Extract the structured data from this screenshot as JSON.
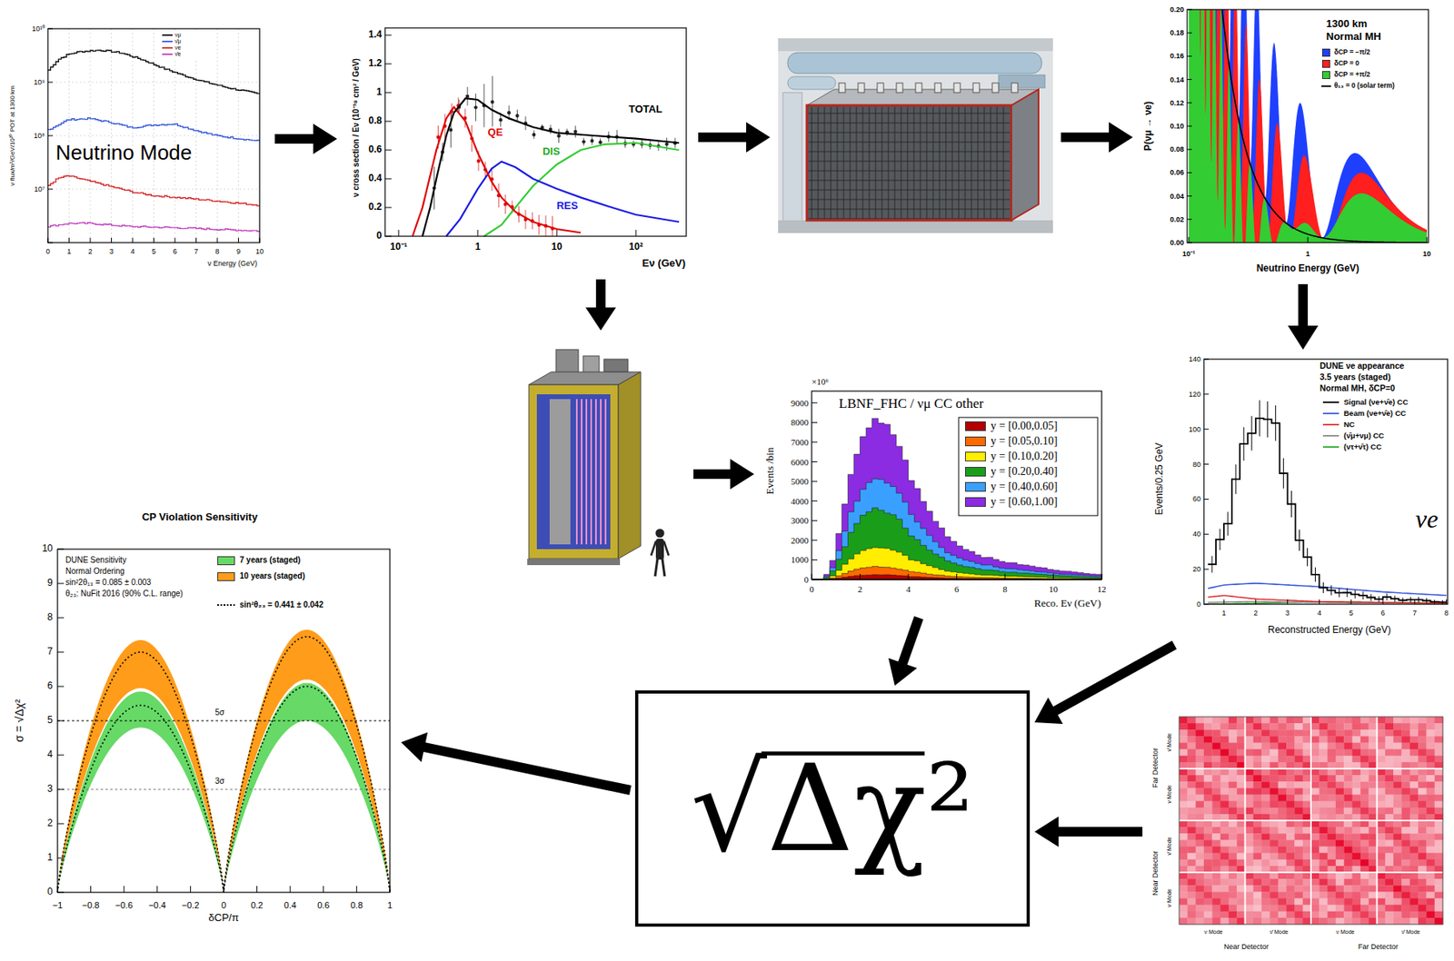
{
  "diagram": {
    "nodes": [
      {
        "text": [
          "Neutrino Mode",
          "ν flux/m²/GeV/10²⁰ POT at 1300 km",
          "ν Energy (GeV)",
          "10¹⁰",
          "10⁹",
          "10⁸",
          "10⁷",
          "0",
          "1",
          "2",
          "3",
          "4",
          "5",
          "6",
          "7",
          "8",
          "9",
          "10"
        ]
      },
      {
        "text": [
          "ν cross section / Eν (10⁻³⁸ cm² / GeV)",
          "Eν (GeV)",
          "TOTAL",
          "QE",
          "RES",
          "DIS",
          "0",
          "0.2",
          "0.4",
          "0.6",
          "0.8",
          "1",
          "1.2",
          "1.4",
          "10⁻¹",
          "1",
          "10",
          "10²"
        ]
      },
      {
        "text": []
      },
      {
        "text": [
          "1300 km",
          "Normal MH",
          "P(νμ → νe)",
          "Neutrino Energy (GeV)",
          "0.00",
          "0.02",
          "0.04",
          "0.06",
          "0.08",
          "0.10",
          "0.12",
          "0.14",
          "0.16",
          "0.18",
          "0.20",
          "10⁻¹",
          "1",
          "10"
        ]
      },
      {
        "text": []
      },
      {
        "text": [
          "LBNF_FHC / νμ CC other",
          "Events /bin",
          "Reco. Eν (GeV)",
          "×10⁶",
          "0",
          "1000",
          "2000",
          "3000",
          "4000",
          "5000",
          "6000",
          "7000",
          "8000",
          "9000",
          "0",
          "2",
          "4",
          "6",
          "8",
          "10",
          "12"
        ]
      },
      {
        "text": [
          "DUNE νe appearance",
          "3.5 years (staged)",
          "Normal MH, δCP=0",
          "νe",
          "Reconstructed Energy (GeV)",
          "Events/0.25 GeV",
          "0",
          "20",
          "40",
          "60",
          "80",
          "100",
          "120",
          "140",
          "1",
          "2",
          "3",
          "4",
          "5",
          "6",
          "7",
          "8"
        ]
      },
      {
        "text": [
          "CP Violation Sensitivity",
          "DUNE Sensitivity",
          "Normal Ordering",
          "sin²2θ₁₃ = 0.085 ± 0.003",
          "θ₂₃: NuFit 2016 (90% C.L. range)",
          "σ = √Δχ²",
          "δCP/π",
          "5σ",
          "3σ",
          "0",
          "1",
          "2",
          "3",
          "4",
          "5",
          "6",
          "7",
          "8",
          "9",
          "10",
          "−1",
          "−0.8",
          "−0.6",
          "−0.4",
          "−0.2",
          "0",
          "0.2",
          "0.4",
          "0.6",
          "0.8",
          "1"
        ]
      },
      {
        "text": [
          "√Δχ²"
        ]
      },
      {
        "text": [
          "Far Detector",
          "Near Detector",
          "ν̄ Mode",
          "ν Mode",
          "ν̄ Mode",
          "ν Mode",
          "ν Mode",
          "ν̄ Mode",
          "ν Mode",
          "ν̄ Mode",
          "Near Detector",
          "Far Detector"
        ]
      }
    ],
    "edges": [
      {
        "from": 0,
        "to": 1,
        "arrow": "to"
      },
      {
        "from": 1,
        "to": 2,
        "arrow": "to"
      },
      {
        "from": 2,
        "to": 3,
        "arrow": "to"
      },
      {
        "from": 1,
        "to": 4,
        "arrow": "to"
      },
      {
        "from": 4,
        "to": 5,
        "arrow": "to"
      },
      {
        "from": 3,
        "to": 6,
        "arrow": "to"
      },
      {
        "from": 5,
        "to": 8,
        "arrow": "to"
      },
      {
        "from": 6,
        "to": 8,
        "arrow": "to"
      },
      {
        "from": 9,
        "to": 8,
        "arrow": "to"
      },
      {
        "from": 8,
        "to": 7,
        "arrow": "to"
      }
    ],
    "legend": [
      {
        "text": "νμ"
      },
      {
        "text": "ν̄μ"
      },
      {
        "text": "νe"
      },
      {
        "text": "ν̄e"
      },
      {
        "text": "δCP = −π/2",
        "color": "#1f3fff"
      },
      {
        "text": "δCP = 0",
        "color": "#ff1f1f"
      },
      {
        "text": "δCP = +π/2",
        "color": "#33cc33"
      },
      {
        "text": "θ₁₃ = 0 (solar term)"
      },
      {
        "text": "y = [0.00,0.05]",
        "color": "#b30000"
      },
      {
        "text": "y = [0.05,0.10]",
        "color": "#ff6a00"
      },
      {
        "text": "y = [0.10,0.20]",
        "color": "#ffee00"
      },
      {
        "text": "y = [0.20,0.40]",
        "color": "#1a9e1a"
      },
      {
        "text": "y = [0.40,0.60]",
        "color": "#3aa0ff"
      },
      {
        "text": "y = [0.60,1.00]",
        "color": "#8b2be2"
      },
      {
        "text": "Signal (νe+ν̄e) CC"
      },
      {
        "text": "Beam (νe+ν̄e) CC"
      },
      {
        "text": "NC"
      },
      {
        "text": "(ν̄μ+νμ) CC"
      },
      {
        "text": "(ντ+ν̄τ) CC"
      },
      {
        "text": "7 years (staged)",
        "color": "#66d966"
      },
      {
        "text": "10 years (staged)",
        "color": "#ff9c1a"
      },
      {
        "text": "sin²θ₂₃ = 0.441 ± 0.042"
      }
    ]
  }
}
